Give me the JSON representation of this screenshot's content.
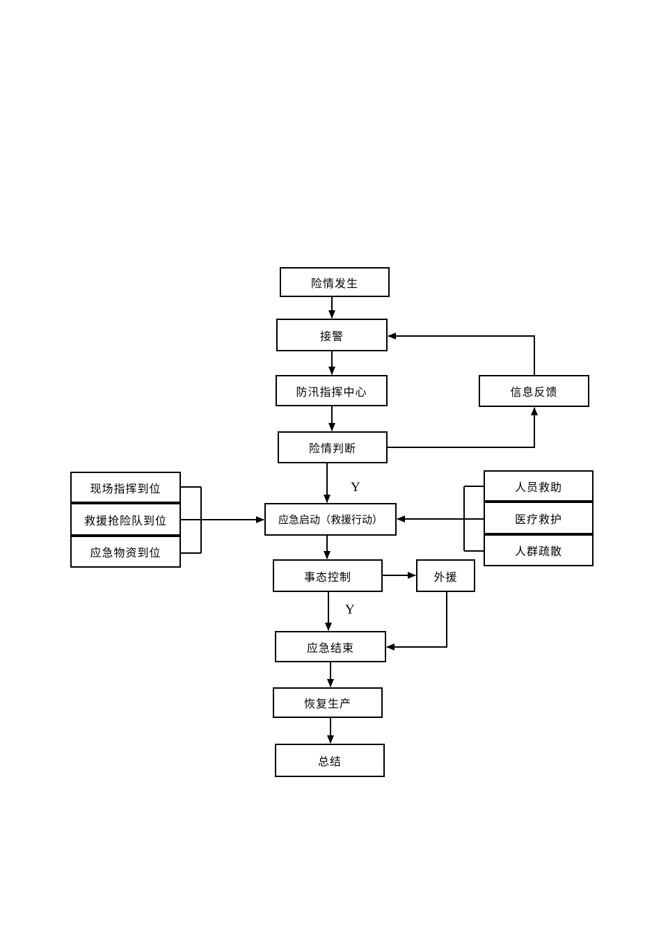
{
  "page": {
    "background": "#ffffff",
    "line_color": "#000000",
    "text_color": "#000000"
  },
  "nodes": {
    "danger_occurs": {
      "label": "险情发生"
    },
    "receive_alarm": {
      "label": "接警"
    },
    "flood_command_center": {
      "label": "防汛指挥中心"
    },
    "danger_judgment": {
      "label": "险情判断"
    },
    "info_feedback": {
      "label": "信息反馈"
    },
    "onsite_command": {
      "label": "现场指挥到位"
    },
    "rescue_team": {
      "label": "救援抢险队到位"
    },
    "emergency_supplies": {
      "label": "应急物资到位"
    },
    "emergency_launch": {
      "label": "应急启动（救援行动）"
    },
    "personnel_rescue": {
      "label": "人员救助"
    },
    "medical_aid": {
      "label": "医疗救护"
    },
    "crowd_evacuation": {
      "label": "人群疏散"
    },
    "situation_control": {
      "label": "事态控制"
    },
    "external_aid": {
      "label": "外援"
    },
    "emergency_end": {
      "label": "应急结束"
    },
    "resume_production": {
      "label": "恢复生产"
    },
    "summary": {
      "label": "总结"
    }
  },
  "labels": {
    "yes_1": "Y",
    "yes_2": "Y"
  }
}
